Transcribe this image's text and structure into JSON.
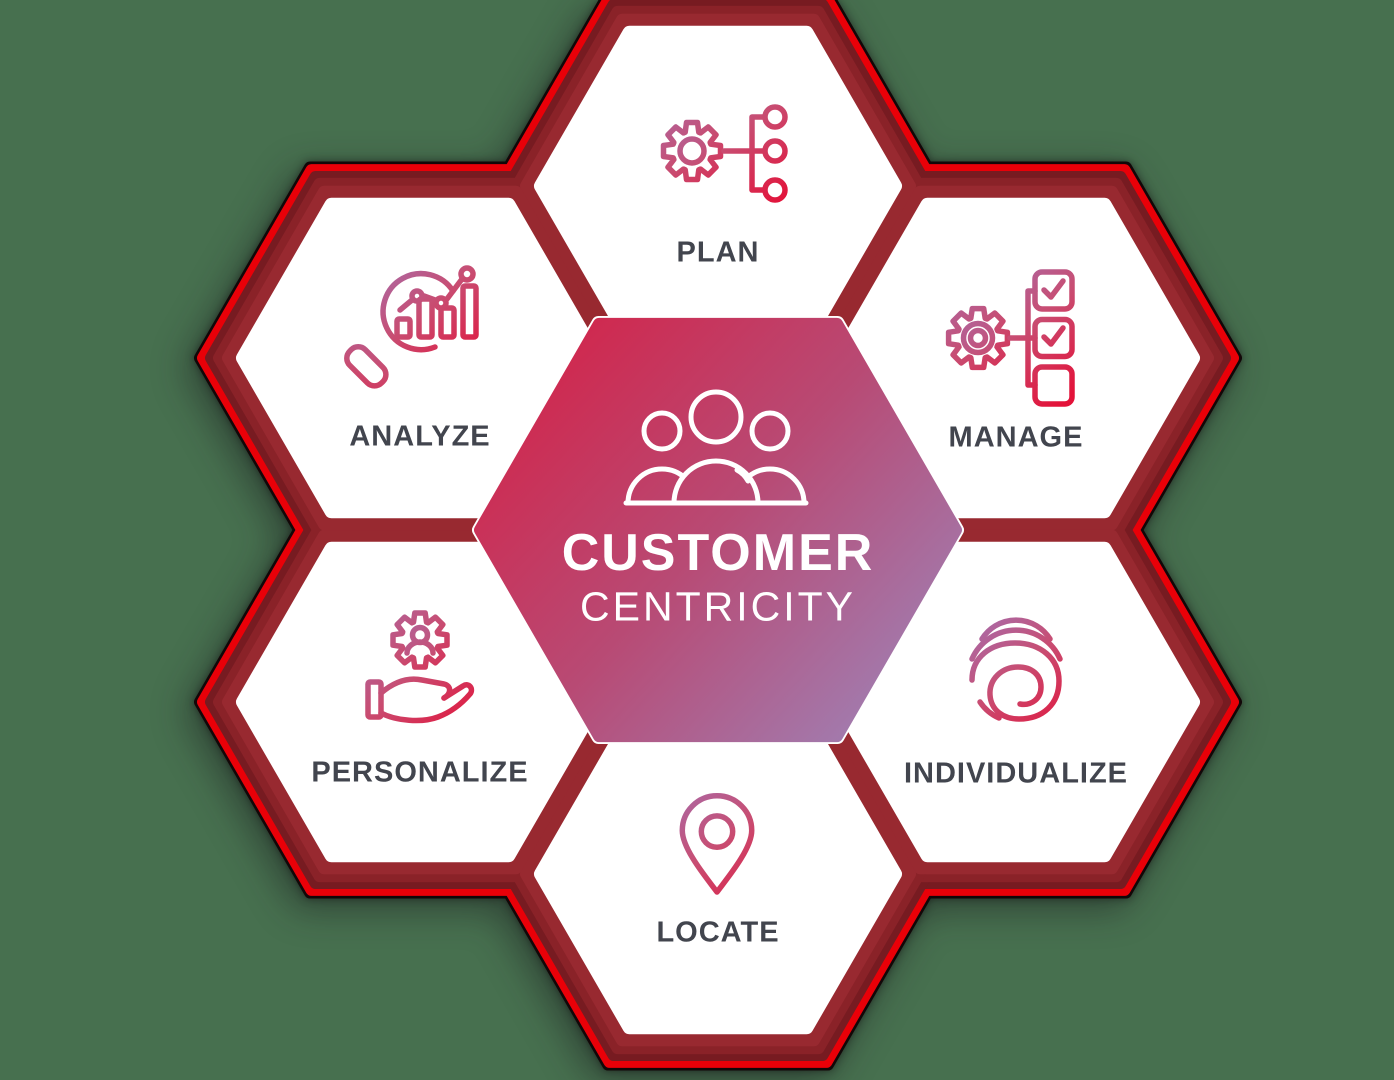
{
  "background_color": "#47704f",
  "center": {
    "title_line1": "CUSTOMER",
    "title_line2": "CENTRICITY",
    "icon": "people-group-icon",
    "gradient_start": "#d62045",
    "gradient_mid": "#b84a74",
    "gradient_end": "#9d86bb"
  },
  "nodes": [
    {
      "id": "plan",
      "label": "PLAN",
      "icon": "gear-flow-icon"
    },
    {
      "id": "manage",
      "label": "MANAGE",
      "icon": "gear-checklist-icon"
    },
    {
      "id": "individualize",
      "label": "INDIVIDUALIZE",
      "icon": "fingerprint-icon"
    },
    {
      "id": "locate",
      "label": "LOCATE",
      "icon": "map-pin-icon"
    },
    {
      "id": "personalize",
      "label": "PERSONALIZE",
      "icon": "hand-gear-user-icon"
    },
    {
      "id": "analyze",
      "label": "ANALYZE",
      "icon": "magnifier-bar-chart-icon"
    }
  ],
  "colors": {
    "ring_band_dark": "#771b21",
    "ring_band_mid": "#8a2228",
    "ring_band_inner": "#982930",
    "outline_red": "#e90008",
    "outline_black": "#120708",
    "tile_fill": "#ffffff",
    "label_text": "#42454e",
    "icon_gradient_start": "#a173b6",
    "icon_gradient_mid": "#c84d72",
    "icon_gradient_end": "#e31239"
  }
}
